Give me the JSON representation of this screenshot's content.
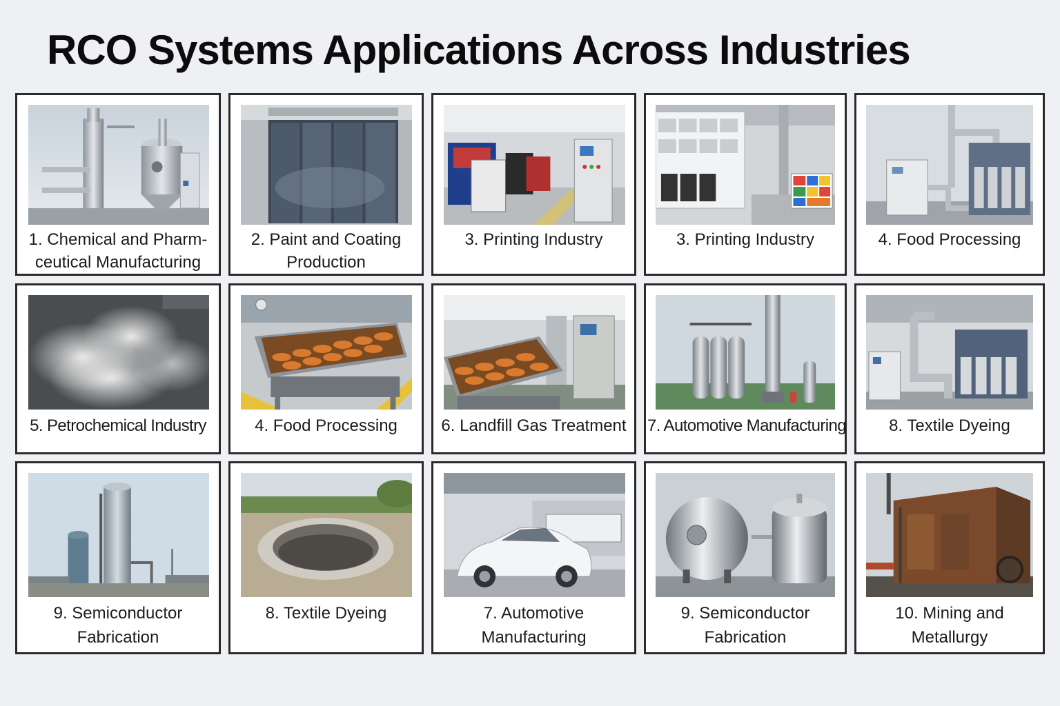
{
  "title": "RCO Systems Applications Across Industries",
  "cards": [
    {
      "caption": [
        "1. Chemical and Pharm-",
        "ceutical Manufacturing"
      ],
      "icon": "distillation-column-plant"
    },
    {
      "caption": [
        "2. Paint and Coating",
        "Production"
      ],
      "icon": "spray-booth-door"
    },
    {
      "caption": [
        "3. Printing Industry"
      ],
      "icon": "printing-press-floor"
    },
    {
      "caption": [
        "3. Printing Industry"
      ],
      "icon": "print-shop-shelves"
    },
    {
      "caption": [
        "4. Food Processing"
      ],
      "icon": "rco-unit-ducting"
    },
    {
      "caption": [
        "5. Petrochemical Industry"
      ],
      "icon": "smoke-cloud"
    },
    {
      "caption": [
        "4. Food Processing"
      ],
      "icon": "food-conveyor-tray"
    },
    {
      "caption": [
        "6. Landfill Gas Treatment"
      ],
      "icon": "food-line-control-panel"
    },
    {
      "caption": [
        "7. Automotive Manufacturing"
      ],
      "icon": "outdoor-tank-array"
    },
    {
      "caption": [
        "8. Textile Dyeing"
      ],
      "icon": "indoor-rco-unit"
    },
    {
      "caption": [
        "9. Semiconductor",
        "Fabrication"
      ],
      "icon": "tall-tower-tanks"
    },
    {
      "caption": [
        "8. Textile Dyeing"
      ],
      "icon": "concrete-pit"
    },
    {
      "caption": [
        "7. Automotive",
        "Manufacturing"
      ],
      "icon": "white-car-factory"
    },
    {
      "caption": [
        "9. Semiconductor",
        "Fabrication"
      ],
      "icon": "stainless-vessels"
    },
    {
      "caption": [
        "10. Mining and",
        "Metallurgy"
      ],
      "icon": "rusty-furnace-building"
    }
  ]
}
